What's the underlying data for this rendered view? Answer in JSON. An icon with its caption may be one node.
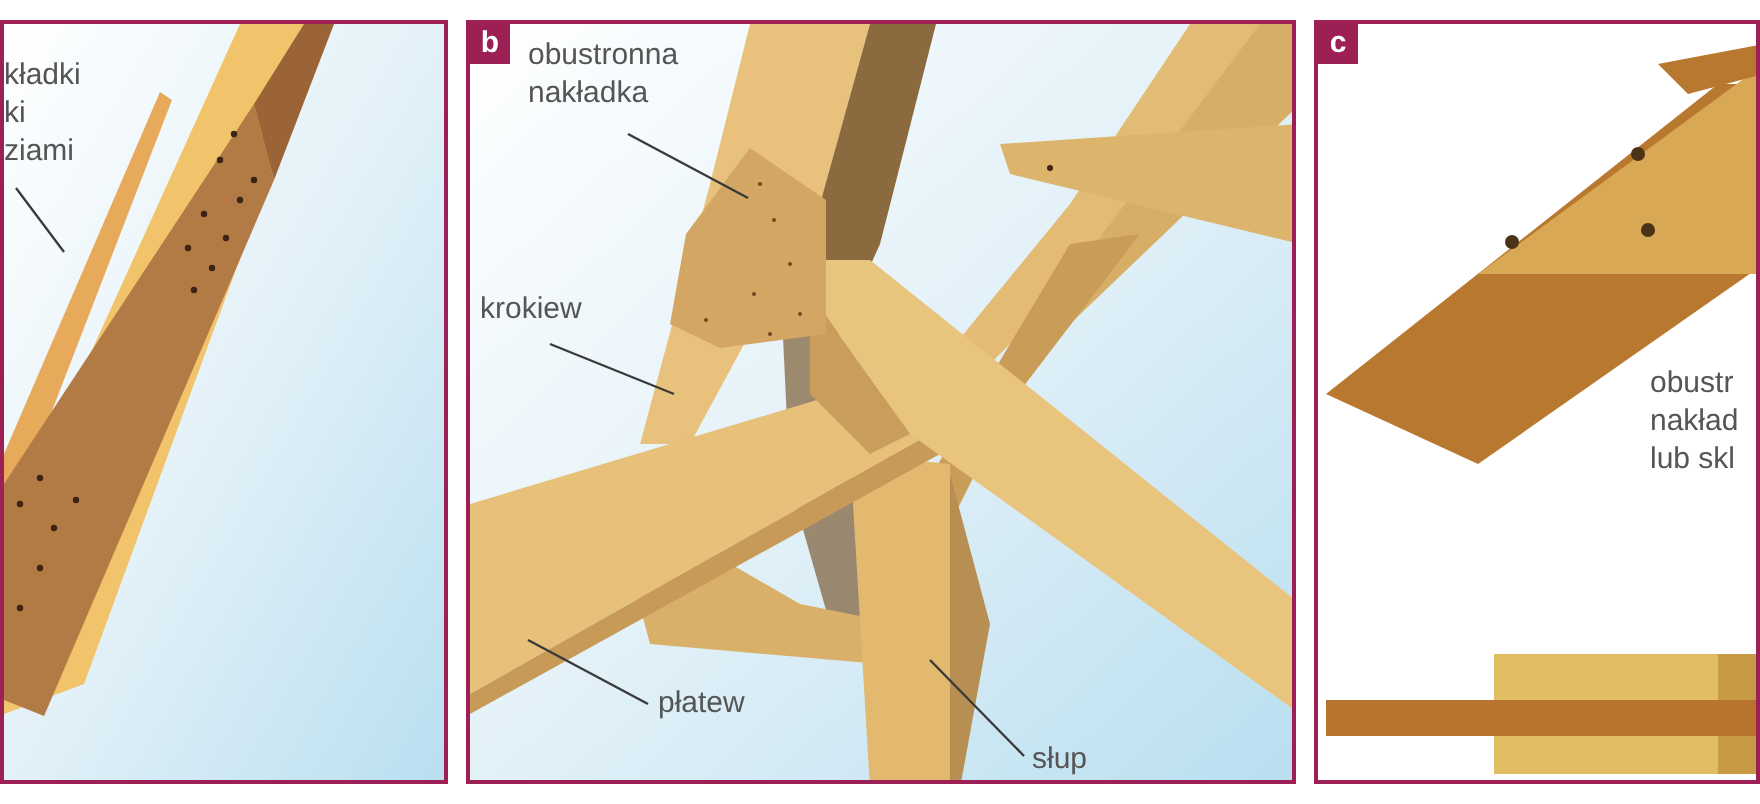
{
  "diagram": {
    "nodes": [
      {
        "text": [],
        "shape": "box"
      },
      {
        "text": [
          "kładki ki ziami"
        ],
        "in": 0
      },
      {
        "text": [
          "b"
        ]
      },
      {
        "text": [
          "obustronna nakładka"
        ],
        "in": 2
      },
      {
        "text": [
          "krokiew"
        ],
        "in": 2
      },
      {
        "text": [
          "płatew"
        ],
        "in": 2
      },
      {
        "text": [
          "słup"
        ],
        "in": 2
      },
      {
        "text": [
          "c"
        ]
      },
      {
        "text": [
          "obustr nakład lub skl"
        ],
        "in": 7
      }
    ],
    "edges": [
      {
        "from": 1,
        "to": null,
        "arrow": "none"
      },
      {
        "from": 3,
        "to": null,
        "arrow": "none"
      },
      {
        "from": 4,
        "to": null,
        "arrow": "none"
      },
      {
        "from": 5,
        "to": null,
        "arrow": "none"
      },
      {
        "from": 6,
        "to": null,
        "arrow": "none"
      }
    ]
  }
}
